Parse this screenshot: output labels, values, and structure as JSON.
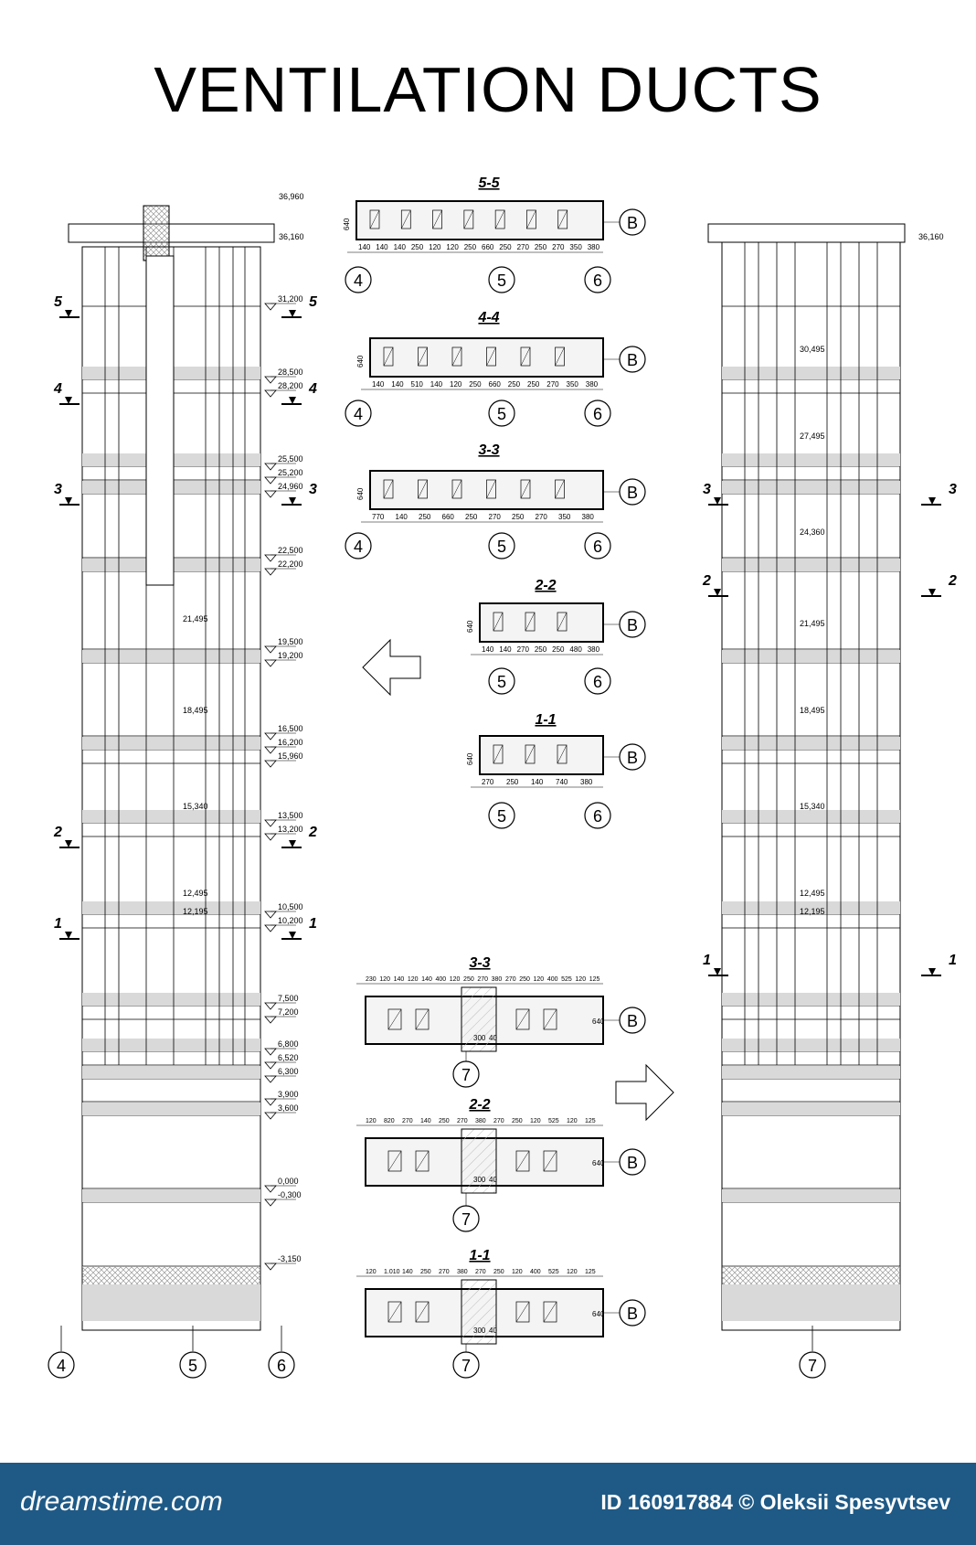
{
  "title": "VENTILATION DUCTS",
  "footer": {
    "brand": "dreamstime.com",
    "credit": "ID 160917884 © Oleksii Spesyvtsev"
  },
  "left_elevation": {
    "top_levels": [
      "36,960",
      "36,160"
    ],
    "levels": [
      {
        "label": "31,200",
        "section": "5"
      },
      {
        "label": "28,500"
      },
      {
        "label": "28,200",
        "section": "4"
      },
      {
        "label": "25,500"
      },
      {
        "label": "25,200"
      },
      {
        "label": "24,960",
        "section": "3"
      },
      {
        "label": "22,500"
      },
      {
        "label": "22,200"
      },
      {
        "label": "19,500"
      },
      {
        "label": "19,200"
      },
      {
        "label": "16,500"
      },
      {
        "label": "16,200"
      },
      {
        "label": "15,960"
      },
      {
        "label": "13,500"
      },
      {
        "label": "13,200",
        "section": "2"
      },
      {
        "label": "10,500"
      },
      {
        "label": "10,200",
        "section": "1"
      },
      {
        "label": "7,500"
      },
      {
        "label": "7,200"
      },
      {
        "label": "6,800"
      },
      {
        "label": "6,520"
      },
      {
        "label": "6,300"
      },
      {
        "label": "3,900"
      },
      {
        "label": "3,600"
      },
      {
        "label": "0,000"
      },
      {
        "label": "-0,300"
      },
      {
        "label": "-3,150"
      }
    ],
    "inner_levels": [
      "21,495",
      "18,495",
      "15,340",
      "12,495",
      "12,195"
    ],
    "axes": [
      "4",
      "5",
      "6"
    ]
  },
  "right_elevation": {
    "top_level": "36,160",
    "inner_levels": [
      "30,495",
      "27,495",
      "24,360",
      "21,495",
      "18,495",
      "15,340",
      "12,495",
      "12,195"
    ],
    "axes": [
      "7"
    ]
  },
  "sections_top": [
    {
      "label": "5-5",
      "axis_row": "B",
      "axes": [
        "4",
        "5",
        "6"
      ],
      "dims": [
        "140",
        "140",
        "140",
        "250",
        "120",
        "120",
        "250",
        "660",
        "250",
        "270",
        "250",
        "270",
        "350",
        "380"
      ]
    },
    {
      "label": "4-4",
      "axis_row": "B",
      "axes": [
        "4",
        "5",
        "6"
      ],
      "dims": [
        "140",
        "140",
        "510",
        "140",
        "120",
        "250",
        "660",
        "250",
        "250",
        "270",
        "350",
        "380"
      ]
    },
    {
      "label": "3-3",
      "axis_row": "B",
      "axes": [
        "4",
        "5",
        "6"
      ],
      "dims": [
        "770",
        "140",
        "250",
        "660",
        "250",
        "270",
        "250",
        "270",
        "350",
        "380"
      ]
    },
    {
      "label": "2-2",
      "axis_row": "B",
      "axes": [
        "5",
        "6"
      ],
      "dims": [
        "140",
        "140",
        "270",
        "250",
        "250",
        "480",
        "380"
      ]
    },
    {
      "label": "1-1",
      "axis_row": "B",
      "axes": [
        "5",
        "6"
      ],
      "dims": [
        "270",
        "250",
        "140",
        "740",
        "380"
      ]
    }
  ],
  "sections_bottom": [
    {
      "label": "3-3",
      "axis_row": "B",
      "axes": [
        "7"
      ],
      "dims": [
        "230",
        "120",
        "140",
        "120",
        "140",
        "400",
        "120",
        "250",
        "270",
        "380",
        "270",
        "250",
        "120",
        "400",
        "525",
        "120",
        "125"
      ]
    },
    {
      "label": "2-2",
      "axis_row": "B",
      "axes": [
        "7"
      ],
      "dims": [
        "120",
        "820",
        "270",
        "140",
        "250",
        "270",
        "380",
        "270",
        "250",
        "120",
        "525",
        "120",
        "125"
      ]
    },
    {
      "label": "1-1",
      "axis_row": "B",
      "axes": [
        "7"
      ],
      "dims": [
        "120",
        "1.010",
        "140",
        "250",
        "270",
        "380",
        "270",
        "250",
        "120",
        "400",
        "525",
        "120",
        "125"
      ]
    }
  ],
  "section_dims_common": {
    "height": "640",
    "sub": "300",
    "sub2": "40"
  }
}
